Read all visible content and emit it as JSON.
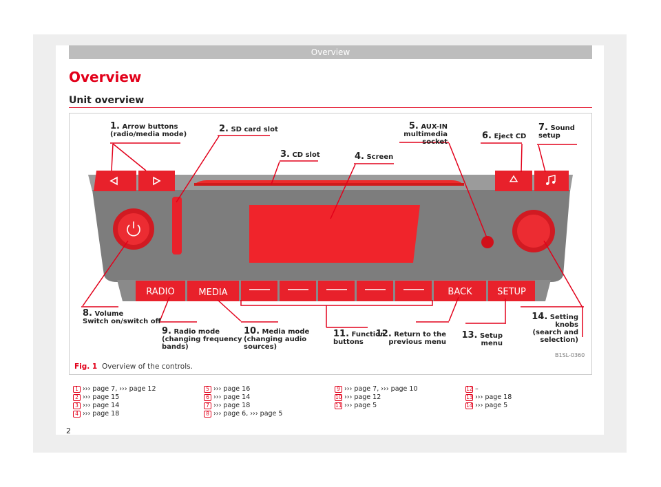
{
  "header": {
    "text": "Overview"
  },
  "title": "Overview",
  "section": "Unit overview",
  "figure": {
    "caption_label": "Fig. 1",
    "caption_text": "Overview of the controls.",
    "image_code": "B1SL-0360",
    "labels": [
      {
        "num": "1.",
        "text": "Arrow buttons",
        "text2": "(radio/media mode)"
      },
      {
        "num": "2.",
        "text": "SD card slot",
        "text2": ""
      },
      {
        "num": "3.",
        "text": "CD slot",
        "text2": ""
      },
      {
        "num": "4.",
        "text": "Screen",
        "text2": ""
      },
      {
        "num": "5.",
        "text": "AUX-IN",
        "text2": "multimedia socket"
      },
      {
        "num": "6.",
        "text": "Eject CD",
        "text2": ""
      },
      {
        "num": "7.",
        "text": "Sound",
        "text2": "setup"
      },
      {
        "num": "8.",
        "text": "Volume",
        "text2": "Switch on/switch off"
      },
      {
        "num": "9.",
        "text": "Radio mode",
        "text2": "(changing frequency",
        "text3": "bands)"
      },
      {
        "num": "10.",
        "text": "Media mode",
        "text2": "(changing audio",
        "text3": "sources)"
      },
      {
        "num": "11.",
        "text": "Function",
        "text2": "buttons"
      },
      {
        "num": "12.",
        "text": "Return to the",
        "text2": "previous menu"
      },
      {
        "num": "13.",
        "text": "Setup",
        "text2": "menu"
      },
      {
        "num": "14.",
        "text": "Setting knobs",
        "text2": "(search and",
        "text3": "selection)"
      }
    ],
    "buttons": {
      "radio": "RADIO",
      "media": "MEDIA",
      "back": "BACK",
      "setup": "SETUP"
    }
  },
  "refs": [
    {
      "n": "1",
      "text": "››› page 7, ››› page 12"
    },
    {
      "n": "2",
      "text": "››› page 15"
    },
    {
      "n": "3",
      "text": "››› page 14"
    },
    {
      "n": "4",
      "text": "››› page 18"
    },
    {
      "n": "5",
      "text": "››› page 16"
    },
    {
      "n": "6",
      "text": "››› page 14"
    },
    {
      "n": "7",
      "text": "››› page 18"
    },
    {
      "n": "8",
      "text": "››› page 6, ››› page 5"
    },
    {
      "n": "9",
      "text": "››› page 7, ››› page 10"
    },
    {
      "n": "10",
      "text": "››› page 12"
    },
    {
      "n": "11",
      "text": "››› page 5"
    },
    {
      "n": "12",
      "text": "–"
    },
    {
      "n": "13",
      "text": "››› page 18"
    },
    {
      "n": "14",
      "text": "››› page 5"
    }
  ],
  "page_number": "2",
  "colors": {
    "accent": "#e2001a",
    "panel": "#7c7c7c",
    "button": "#e8212b"
  }
}
